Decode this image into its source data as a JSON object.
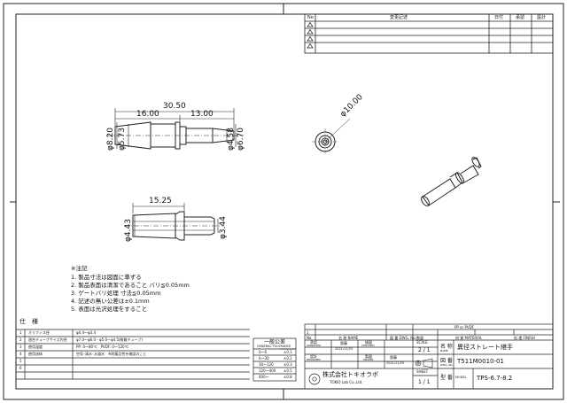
{
  "revision_table": {
    "headers": {
      "no": "No",
      "content": "変更記述",
      "date": "日付",
      "approve": "承認",
      "design": "設計"
    },
    "rows": [
      "",
      "",
      "",
      ""
    ]
  },
  "dimensions": {
    "overall_length": "30.50",
    "left_length": "16.00",
    "right_length": "13.00",
    "dia_8_20": "φ8.20",
    "dia_5_73": "φ5.73",
    "dia_4_58": "φ4.58",
    "dia_6_70": "φ6.70",
    "dia_10_00": "φ10.00",
    "sec_length": "15.25",
    "dia_4_43": "φ4.43",
    "dia_3_44": "φ3.44"
  },
  "notes": {
    "heading": "※注記",
    "items": [
      "1. 製品寸法は図面に準ずる",
      "2. 製品表面は清潔であること バリ≦0.05mm",
      "3. ゲートバリ処理 寸法≦0.05mm",
      "4. 記述の無い公差は±0.1mm",
      "5. 表面は光沢処理をすること"
    ]
  },
  "spec": {
    "title": "仕　様",
    "rows": [
      {
        "no": "1",
        "label": "オリフィス径",
        "value": "φ4.4～φ3.4"
      },
      {
        "no": "2",
        "label": "適合チューブサイズ内径",
        "value": "φ7.0～φ6.0・φ5.0～φ4.5(軟質チューブ)"
      },
      {
        "no": "3",
        "label": "使用温度",
        "value": "PP: 0～80℃　PVDF: 0～120℃"
      },
      {
        "no": "4",
        "label": "使用流体",
        "value": "空気･清水･水道水　※耐薬品性を確認のこと"
      },
      {
        "no": "5",
        "label": "",
        "value": ""
      },
      {
        "no": "6",
        "label": "",
        "value": ""
      }
    ]
  },
  "tolerance": {
    "title": "一般公差",
    "subtitle": "GENERAL TOLERANCE",
    "rows": [
      {
        "range": "0～6",
        "value": "±0.1"
      },
      {
        "range": "6～30",
        "value": "±0.2"
      },
      {
        "range": "30～120",
        "value": "±0.3"
      },
      {
        "range": "120～400",
        "value": "±0.5"
      },
      {
        "range": "400～",
        "value": "±0.8"
      }
    ]
  },
  "title_block": {
    "no": "No.",
    "name": "名 称 NAME",
    "drawing_no_label": "図 番 DWG. No.",
    "material_label": "材 質 MATERIAL",
    "finish_label": "処 理 FINISH",
    "qty_label": "数量",
    "material_value": "PP or PVDF",
    "row1_no": "1",
    "approved_label": "承認",
    "approved_en": "APPROVED",
    "checked_label": "検図",
    "checked_en": "CHECKED",
    "designed_label": "設計",
    "designed_en": "DESIGNED",
    "drawn_label": "製図",
    "drawn_en": "DRAWN",
    "sign1": "奥藤",
    "date1": "2021/11/25",
    "sign2": "奥藤",
    "date2": "2021/11/25",
    "scale_label": "SCALE",
    "scale_value": "2 / 1",
    "sheet_label": "SHEET",
    "sheet_value": "1 / 1",
    "name_label": "名 称",
    "name_en": "NAME",
    "name_value": "異径ストレート継手",
    "dwg_label": "図 番",
    "dwg_en": "DWG. No.",
    "dwg_value": "T511M0010-01",
    "model_label": "型 番",
    "model_en": "MODEL",
    "model_value": "TPS-6.7-8.2",
    "company": "株式会社トキオラボ",
    "company_en": "TOKIO Lab Co.,Ltd."
  }
}
